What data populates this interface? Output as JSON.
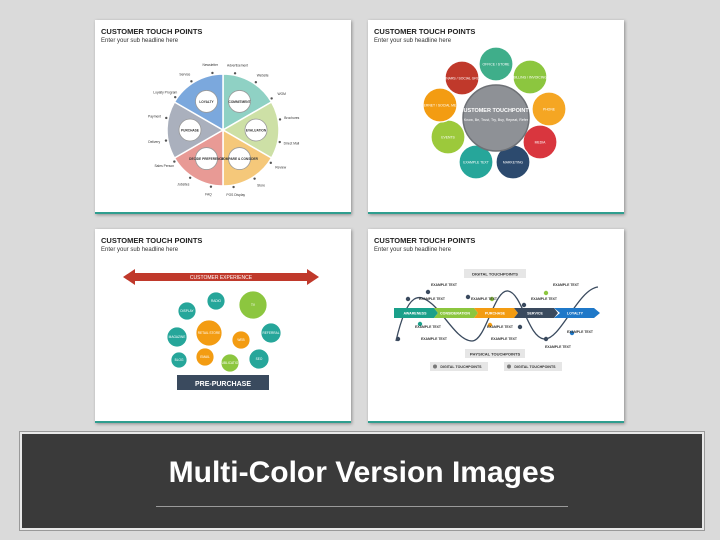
{
  "banner": {
    "title": "Multi-Color Version Images"
  },
  "slides": [
    {
      "title": "CUSTOMER TOUCH POINTS",
      "subtitle": "Enter your sub headline here",
      "wheel": {
        "segments": [
          {
            "color": "#8fd1c4"
          },
          {
            "color": "#cde0a6"
          },
          {
            "color": "#f5c87a"
          },
          {
            "color": "#e89a95"
          },
          {
            "color": "#aab0bd"
          },
          {
            "color": "#7ba8dd"
          }
        ],
        "stages": [
          "COMMITMENT",
          "EVALUATION",
          "COMPARE & CONSIDER",
          "DECIDE PREFERENCE",
          "PURCHASE",
          "LOYALTY"
        ],
        "labels": [
          "Advertisement",
          "Website",
          "WOM",
          "Brochures",
          "Direct Mail",
          "Review",
          "Store",
          "POS Display",
          "FAQ",
          "Jobsites",
          "Sales Person",
          "Delivery",
          "Payment",
          "Loyalty Program",
          "Service",
          "Newsletter"
        ]
      }
    },
    {
      "title": "CUSTOMER TOUCH POINTS",
      "subtitle": "Enter your sub headline here",
      "center": {
        "title": "CUSTOMER TOUCHPOINTS",
        "text": "Know, Be, Trust, Try, Buy, Repeat, Refer"
      },
      "bubbles": [
        {
          "label": "OFFICE / STORE",
          "color": "#3fae8a"
        },
        {
          "label": "BILLING / INVOICING",
          "color": "#8cc63f"
        },
        {
          "label": "PHONE",
          "color": "#f5a623"
        },
        {
          "label": "MEDIA",
          "color": "#d9363e"
        },
        {
          "label": "MARKETING",
          "color": "#2c4a6e"
        },
        {
          "label": "EXAMPLE TEXT",
          "color": "#26a69a"
        },
        {
          "label": "EVENTS",
          "color": "#9cc93b"
        },
        {
          "label": "INTERNET / SOCIAL MEDIA",
          "color": "#f39c12"
        },
        {
          "label": "WEBINARS / SOCIAL GROUPS",
          "color": "#c0392b"
        }
      ]
    },
    {
      "title": "CUSTOMER TOUCH POINTS",
      "subtitle": "Enter your sub headline here",
      "arrow_label": "CUSTOMER EXPERIENCE",
      "bubbles": [
        {
          "label": "DISPLAY",
          "color": "#26a69a"
        },
        {
          "label": "RADIO",
          "color": "#26a69a"
        },
        {
          "label": "TV",
          "color": "#8cc63f"
        },
        {
          "label": "RETAIL STORE",
          "color": "#f39c12"
        },
        {
          "label": "MAGAZINE",
          "color": "#26a69a"
        },
        {
          "label": "WEB",
          "color": "#f39c12"
        },
        {
          "label": "REFERRAL",
          "color": "#26a69a"
        },
        {
          "label": "BLOG",
          "color": "#26a69a"
        },
        {
          "label": "EMAIL",
          "color": "#f39c12"
        },
        {
          "label": "PUBLICATION",
          "color": "#8cc63f"
        },
        {
          "label": "SEO",
          "color": "#26a69a"
        }
      ],
      "footer_label": "PRE-PURCHASE"
    },
    {
      "title": "CUSTOMER TOUCH POINTS",
      "subtitle": "Enter your sub headline here",
      "top_label": "DIGITAL TOUCHPOINTS",
      "stages": [
        {
          "label": "AWARENESS",
          "color": "#1aa08a"
        },
        {
          "label": "CONSIDERATION",
          "color": "#8cc63f"
        },
        {
          "label": "PURCHASE",
          "color": "#f39c12"
        },
        {
          "label": "SERVICE",
          "color": "#3a4a5e"
        },
        {
          "label": "LOYALTY",
          "color": "#1f78c8"
        }
      ],
      "example_text": "EXAMPLE TEXT",
      "bottom_label": "PHYSICAL TOUCHPOINTS",
      "legend": [
        "DIGITAL TOUCHPOINTS",
        "DIGITAL TOUCHPOINTS"
      ]
    }
  ]
}
